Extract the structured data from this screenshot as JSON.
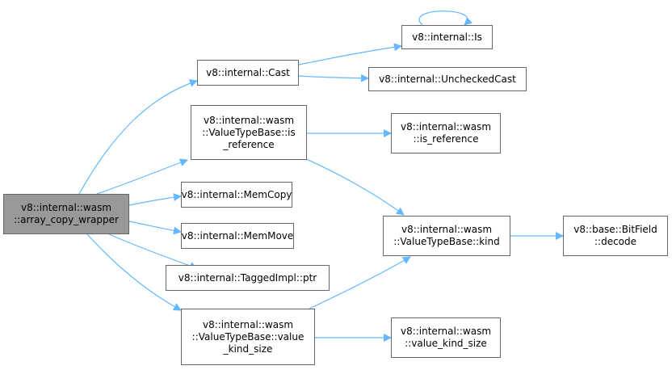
{
  "colors": {
    "edge": "#63b8ff",
    "node_border": "#666666",
    "root_fill": "#999999",
    "node_fill": "#ffffff"
  },
  "nodes": {
    "root": [
      "v8::internal::wasm",
      "::array_copy_wrapper"
    ],
    "cast": [
      "v8::internal::Cast"
    ],
    "is": [
      "v8::internal::Is"
    ],
    "unchecked_cast": [
      "v8::internal::UncheckedCast"
    ],
    "vtb_is_reference": [
      "v8::internal::wasm",
      "::ValueTypeBase::is",
      "_reference"
    ],
    "is_reference": [
      "v8::internal::wasm",
      "::is_reference"
    ],
    "memcopy": [
      "v8::internal::MemCopy"
    ],
    "memmove": [
      "v8::internal::MemMove"
    ],
    "vtb_kind": [
      "v8::internal::wasm",
      "::ValueTypeBase::kind"
    ],
    "bitfield_decode": [
      "v8::base::BitField",
      "::decode"
    ],
    "taggedimpl_ptr": [
      "v8::internal::TaggedImpl::ptr"
    ],
    "vtb_value_kind_size": [
      "v8::internal::wasm",
      "::ValueTypeBase::value",
      "_kind_size"
    ],
    "value_kind_size": [
      "v8::internal::wasm",
      "::value_kind_size"
    ]
  }
}
